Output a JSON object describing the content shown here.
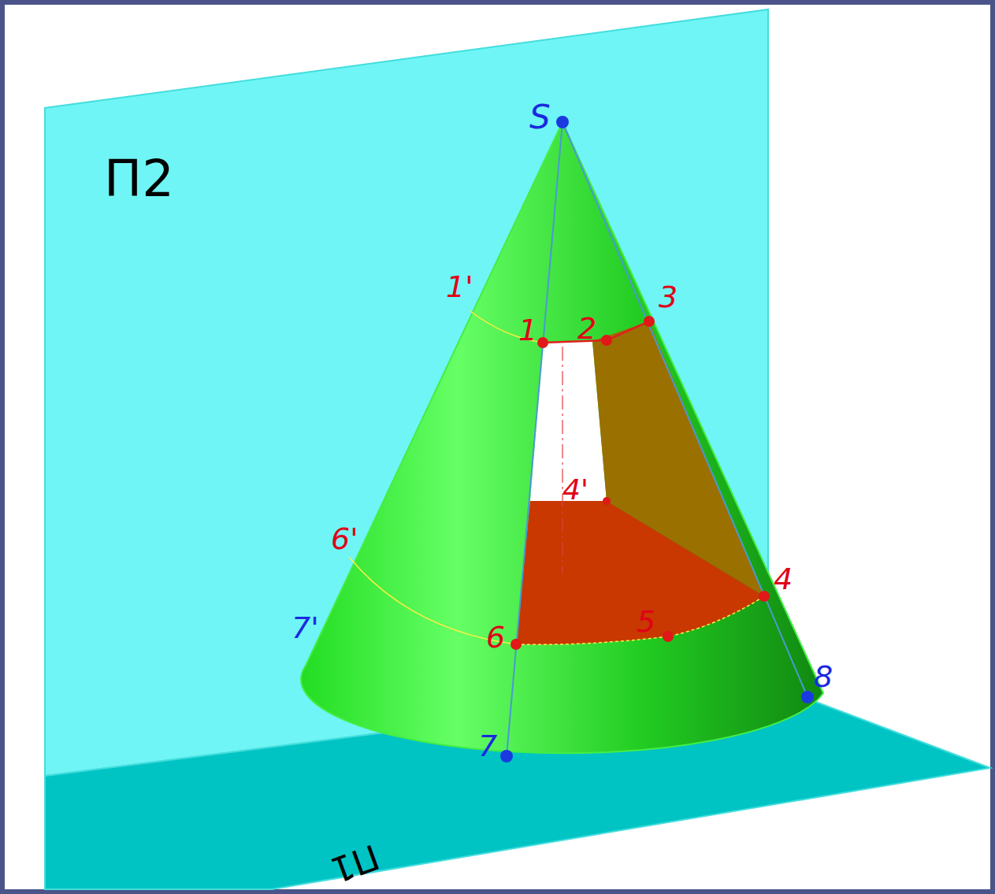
{
  "diagram": {
    "labels": [
      "П2",
      "S",
      "1'",
      "1",
      "2",
      "3",
      "4'",
      "6'",
      "4",
      "7'",
      "6",
      "5",
      "8",
      "7",
      "П1"
    ]
  }
}
